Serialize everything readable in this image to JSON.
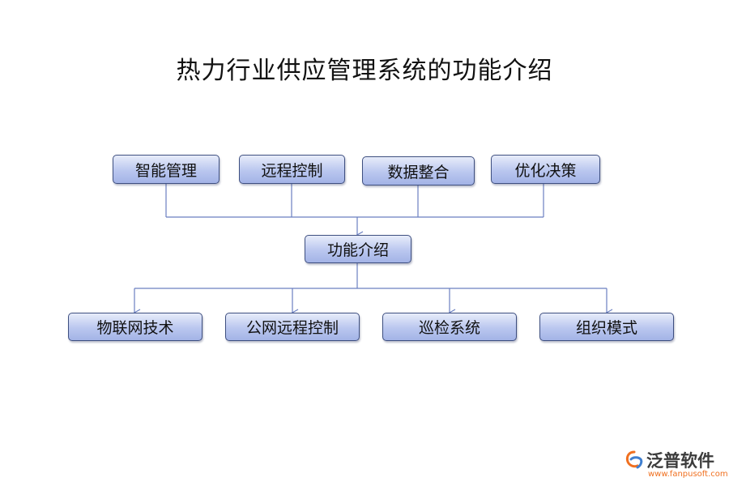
{
  "title": "热力行业供应管理系统的功能介绍",
  "top_nodes": [
    "智能管理",
    "远程控制",
    "数据整合",
    "优化决策"
  ],
  "center_node": "功能介绍",
  "bottom_nodes": [
    "物联网技术",
    "公网远程控制",
    "巡检系统",
    "组织模式"
  ],
  "logo": {
    "name": "泛普软件",
    "url": "www.fanpusoft.com"
  },
  "colors": {
    "node_border": "#3e4f80",
    "connector": "#6a7fc0",
    "logo_orange": "#f07020"
  }
}
